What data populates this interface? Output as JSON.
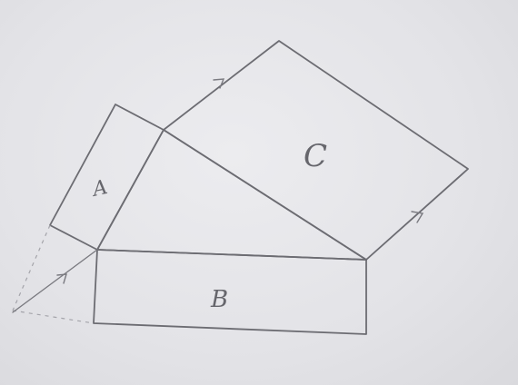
{
  "labels": {
    "square_a": "A",
    "square_b": "B",
    "square_c": "C"
  },
  "colors": {
    "paper": "#e6e6ea",
    "pencil": "#6c6c72",
    "hatch": "#a8a8b0"
  }
}
